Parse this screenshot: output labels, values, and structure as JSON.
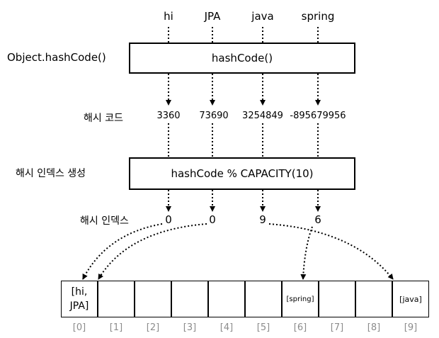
{
  "keys": [
    "hi",
    "JPA",
    "java",
    "spring"
  ],
  "labels": {
    "object_hashcode": "Object.hashCode()",
    "hash_code": "해시 코드",
    "hash_index_gen": "해시 인덱스 생성",
    "hash_index": "해시 인덱스"
  },
  "boxes": {
    "hashcode": "hashCode()",
    "modulo": "hashCode % CAPACITY(10)"
  },
  "hash_codes": [
    "3360",
    "73690",
    "3254849",
    "-895679956"
  ],
  "indices": [
    "0",
    "0",
    "9",
    "6"
  ],
  "array": {
    "cells": [
      "[hi,\nJPA]",
      "",
      "",
      "",
      "",
      "",
      "[spring]",
      "",
      "",
      "[java]"
    ],
    "index_labels": [
      "[0]",
      "[1]",
      "[2]",
      "[3]",
      "[4]",
      "[5]",
      "[6]",
      "[7]",
      "[8]",
      "[9]"
    ]
  }
}
